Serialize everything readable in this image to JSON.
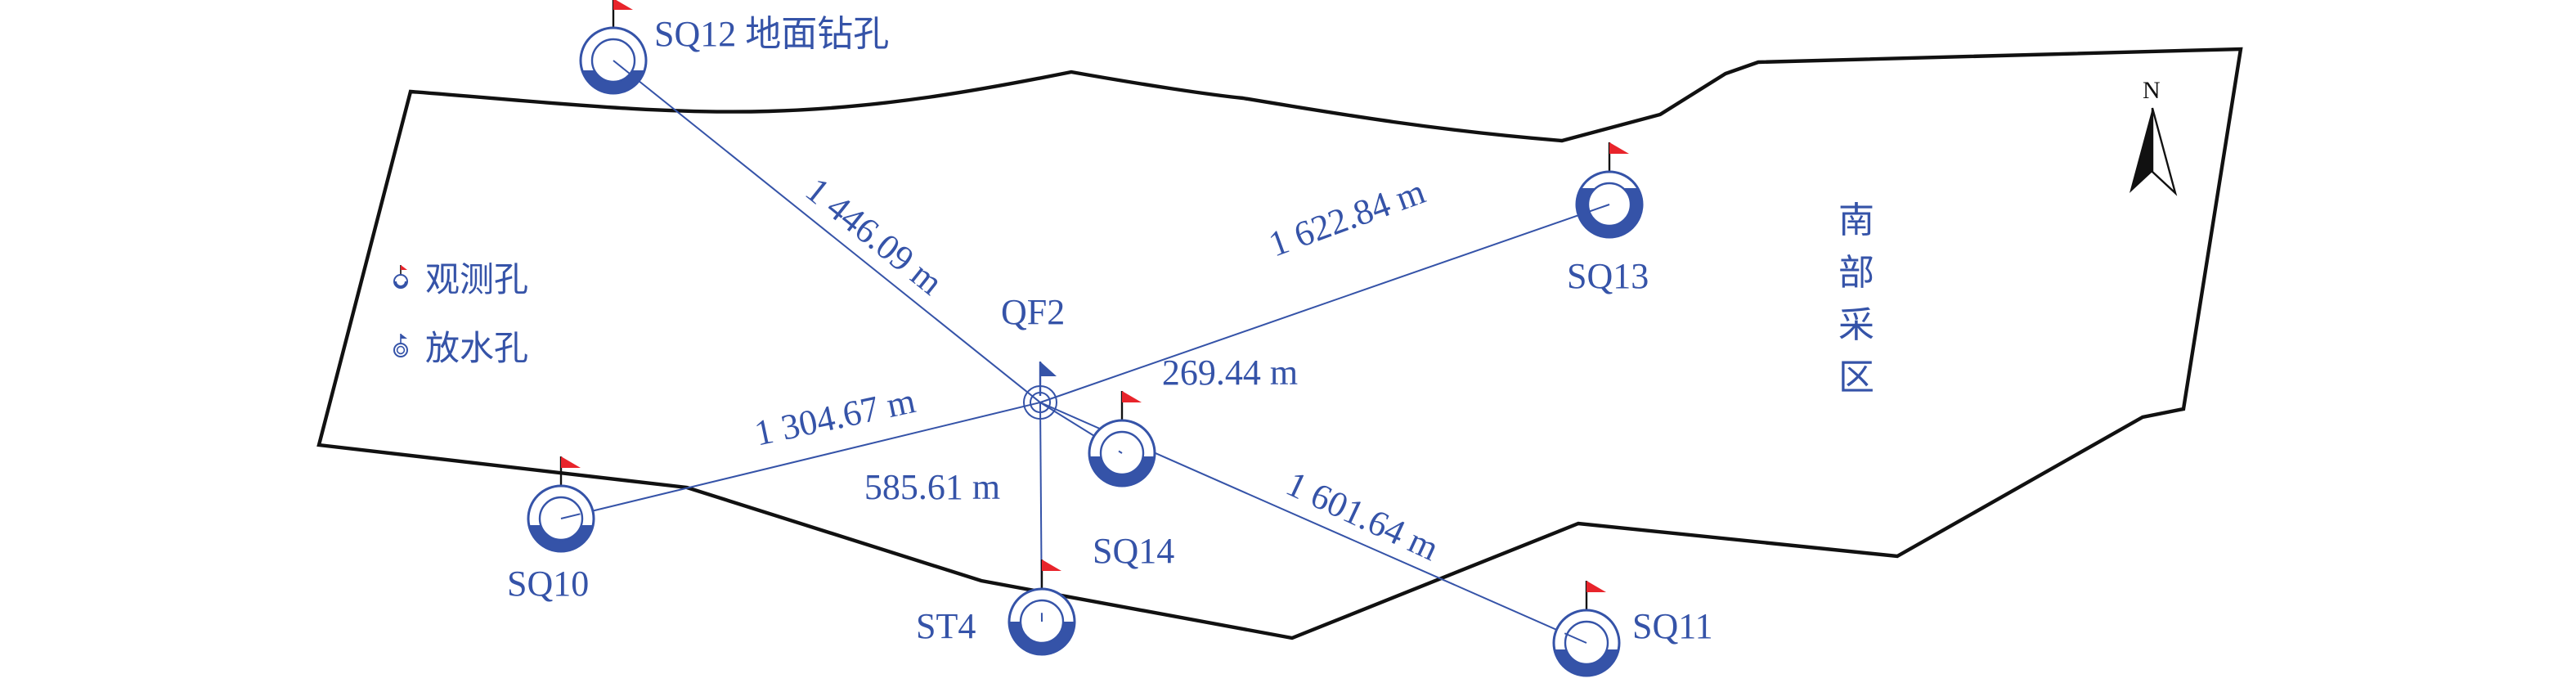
{
  "colors": {
    "blue": "#3553a8",
    "flag_red": "#e8242b",
    "boundary": "#111111"
  },
  "release_well": {
    "name": "QF2"
  },
  "wells": [
    {
      "id": "sq12",
      "label": "SQ12 地面钻孔",
      "distance": "1 446.09 m"
    },
    {
      "id": "sq13",
      "label": "SQ13",
      "distance": "1 622.84 m"
    },
    {
      "id": "sq10",
      "label": "SQ10",
      "distance": "1 304.67 m"
    },
    {
      "id": "st4",
      "label": "ST4",
      "distance": "585.61 m"
    },
    {
      "id": "sq14",
      "label": "SQ14",
      "distance": "269.44 m"
    },
    {
      "id": "sq11",
      "label": "SQ11",
      "distance": "1 601.64 m"
    }
  ],
  "legend": {
    "observation": "观测孔",
    "release": "放水孔"
  },
  "area_label": [
    "南",
    "部",
    "采",
    "区"
  ],
  "north_label": "N"
}
